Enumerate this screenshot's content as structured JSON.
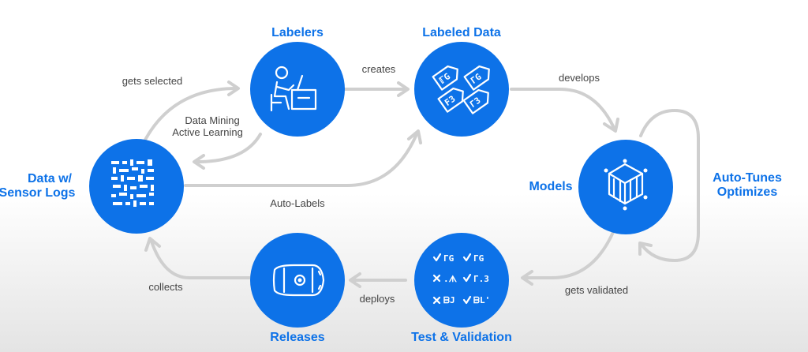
{
  "nodes": {
    "labelers": {
      "title": "Labelers",
      "icon": "person-at-desk-icon"
    },
    "labeled_data": {
      "title": "Labeled Data",
      "icon": "tags-icon"
    },
    "data_sensor": {
      "title_line1": "Data w/",
      "title_line2": "Sensor Logs",
      "icon": "data-grid-icon"
    },
    "models": {
      "title": "Models",
      "icon": "cube-icon"
    },
    "test_validation": {
      "title": "Test & Validation",
      "icon": "checklist-icon"
    },
    "releases": {
      "title": "Releases",
      "icon": "car-top-view-icon"
    },
    "auto_tunes": {
      "line1": "Auto-Tunes",
      "line2": "Optimizes"
    }
  },
  "edges": {
    "gets_selected": "gets selected",
    "data_mining_line1": "Data Mining",
    "data_mining_line2": "Active Learning",
    "creates": "creates",
    "develops": "develops",
    "auto_labels": "Auto-Labels",
    "gets_validated": "gets validated",
    "deploys": "deploys",
    "collects": "collects"
  },
  "colors": {
    "node_blue": "#0d72e8",
    "arrow_gray": "#cfcfcf",
    "label_gray": "#444444"
  }
}
